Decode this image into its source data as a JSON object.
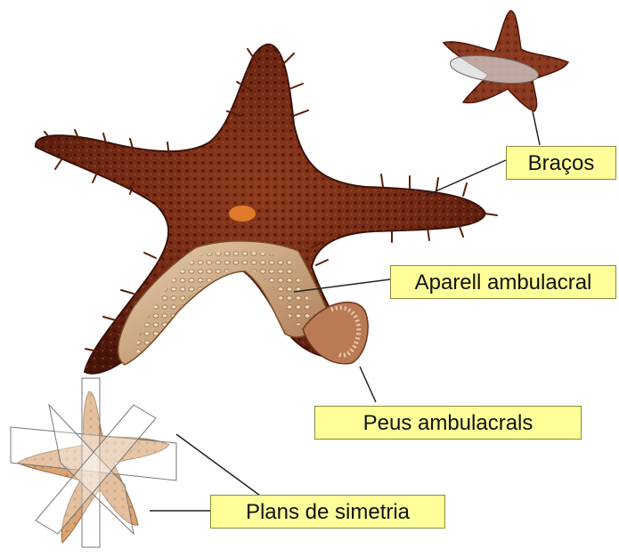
{
  "labels": {
    "bracos": "Braços",
    "aparell": "Aparell ambulacral",
    "peus": "Peus ambulacrals",
    "plans": "Plans de simetria"
  },
  "colors": {
    "label_fill": "#ffff99",
    "starfish_main": "#7a2e16",
    "starfish_dark": "#4a160a",
    "ambulacral_tan": "#c9a07a",
    "small_star_tan": "#c99a6e"
  },
  "icons": [
    "starfish-main-illustration",
    "starfish-small-illustration",
    "starfish-symmetry-illustration"
  ]
}
